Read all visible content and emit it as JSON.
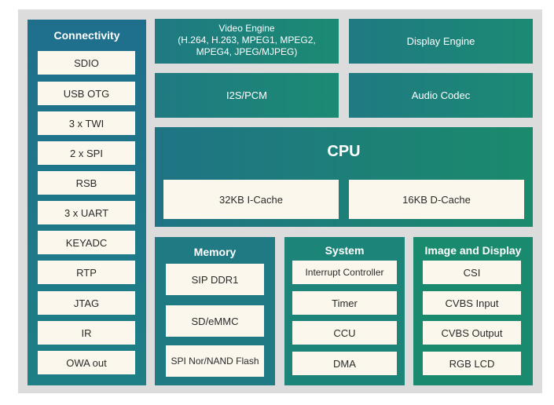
{
  "connectivity": {
    "title": "Connectivity",
    "items": [
      "SDIO",
      "USB OTG",
      "3 x TWI",
      "2 x SPI",
      "RSB",
      "3 x UART",
      "KEYADC",
      "RTP",
      "JTAG",
      "IR",
      "OWA out"
    ]
  },
  "video_engine": {
    "line1": "Video Engine",
    "line2": "(H.264, H.263, MPEG1, MPEG2,",
    "line3": "MPEG4, JPEG/MJPEG)"
  },
  "display_engine": {
    "label": "Display Engine"
  },
  "i2s": {
    "label": "I2S/PCM"
  },
  "audio_codec": {
    "label": "Audio Codec"
  },
  "cpu": {
    "title": "CPU",
    "icache": "32KB I-Cache",
    "dcache": "16KB D-Cache"
  },
  "memory": {
    "title": "Memory",
    "items": [
      "SIP DDR1",
      "SD/eMMC",
      "SPI Nor/NAND Flash"
    ]
  },
  "system": {
    "title": "System",
    "items": [
      "Interrupt Controller",
      "Timer",
      "CCU",
      "DMA"
    ]
  },
  "image_display": {
    "title": "Image and Display",
    "items": [
      "CSI",
      "CVBS Input",
      "CVBS Output",
      "RGB LCD"
    ]
  }
}
